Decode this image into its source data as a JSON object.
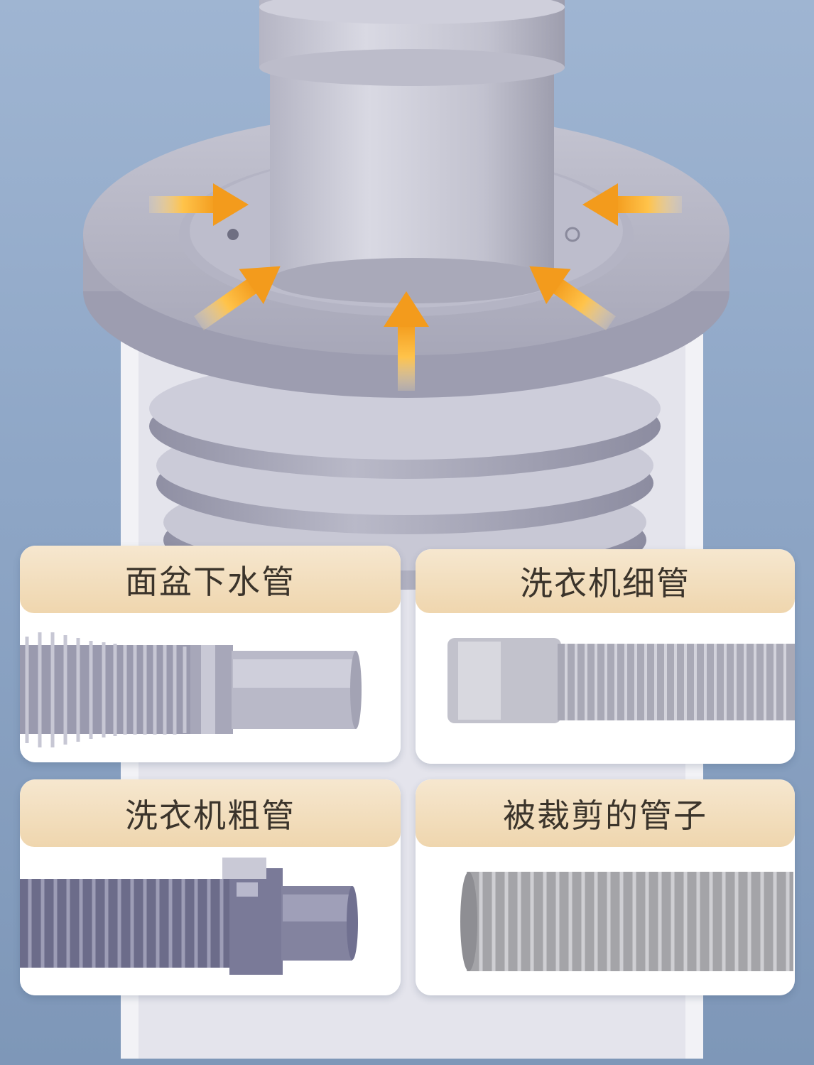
{
  "cards": [
    {
      "title": "面盆下水管",
      "image": "basin-drain-hose"
    },
    {
      "title": "洗衣机细管",
      "image": "washer-thin-hose"
    },
    {
      "title": "洗衣机粗管",
      "image": "washer-thick-hose"
    },
    {
      "title": "被裁剪的管子",
      "image": "cut-hose"
    }
  ],
  "colors": {
    "background": "#8ea6c6",
    "card_header": "#efd6ae",
    "title_text": "#3b342b",
    "arrow": "#f5a623"
  }
}
